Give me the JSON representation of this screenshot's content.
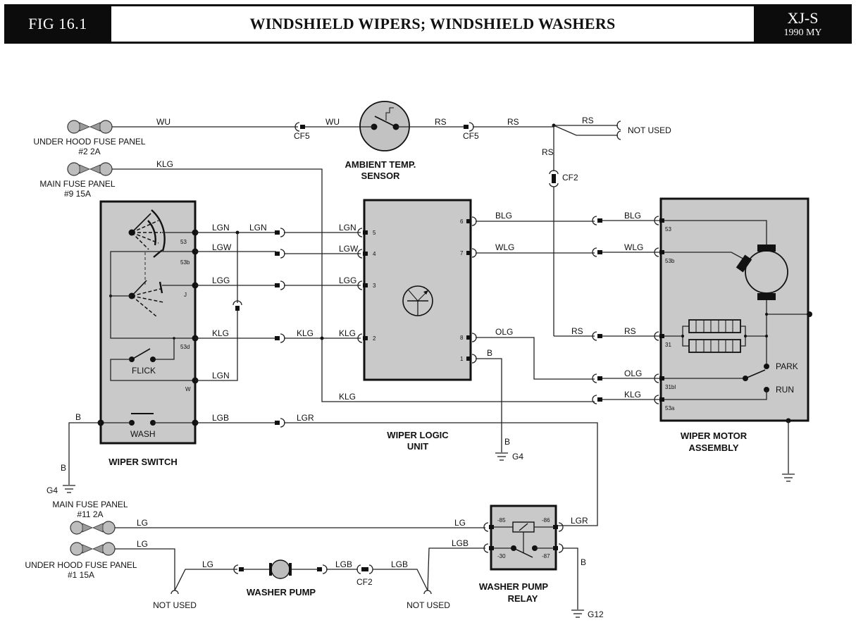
{
  "header": {
    "figure": "FIG 16.1",
    "title": "WINDSHIELD WIPERS; WINDSHIELD WASHERS",
    "model": "XJ-S",
    "model_year": "1990 MY"
  },
  "power_sources": [
    {
      "name": "UNDER HOOD FUSE PANEL",
      "fuse": "#2 2A",
      "wire": "WU"
    },
    {
      "name": "MAIN FUSE PANEL",
      "fuse": "#9 15A",
      "wire": "KLG"
    },
    {
      "name": "MAIN FUSE PANEL",
      "fuse": "#11 2A",
      "wire": "LG"
    },
    {
      "name": "UNDER HOOD FUSE PANEL",
      "fuse": "#1 15A",
      "wire": "LG"
    }
  ],
  "components": {
    "ambient_sensor": "AMBIENT TEMP.\nSENSOR",
    "ambient_sensor_l1": "AMBIENT TEMP.",
    "ambient_sensor_l2": "SENSOR",
    "wiper_switch": "WIPER SWITCH",
    "wiper_logic_l1": "WIPER LOGIC",
    "wiper_logic_l2": "UNIT",
    "wiper_motor_l1": "WIPER MOTOR",
    "wiper_motor_l2": "ASSEMBLY",
    "washer_pump": "WASHER PUMP",
    "washer_relay_l1": "WASHER PUMP",
    "washer_relay_l2": "RELAY"
  },
  "switch_labels": {
    "flick": "FLICK",
    "wash": "WASH"
  },
  "switch_pins": [
    "53",
    "53b",
    "J",
    "53d",
    "W"
  ],
  "logic_pins": {
    "left": [
      "5",
      "4",
      "3",
      "2"
    ],
    "right": [
      "6",
      "7",
      "8",
      "1"
    ]
  },
  "motor_pins": [
    "53",
    "53b",
    "31",
    "31bl",
    "53a"
  ],
  "motor_labels": {
    "park": "PARK",
    "run": "RUN"
  },
  "relay_pins": [
    "-85",
    "-86",
    "-30",
    "-87"
  ],
  "connectors": {
    "cf5": "CF5",
    "cf2": "CF2"
  },
  "grounds": {
    "g4": "G4",
    "g12": "G12"
  },
  "not_used": "NOT USED",
  "wires": {
    "wu": "WU",
    "rs": "RS",
    "klg": "KLG",
    "lgn": "LGN",
    "lgw": "LGW",
    "lgg": "LGG",
    "lgb": "LGB",
    "lgr": "LGR",
    "lg": "LG",
    "b": "B",
    "blg": "BLG",
    "wlg": "WLG",
    "olg": "OLG"
  }
}
